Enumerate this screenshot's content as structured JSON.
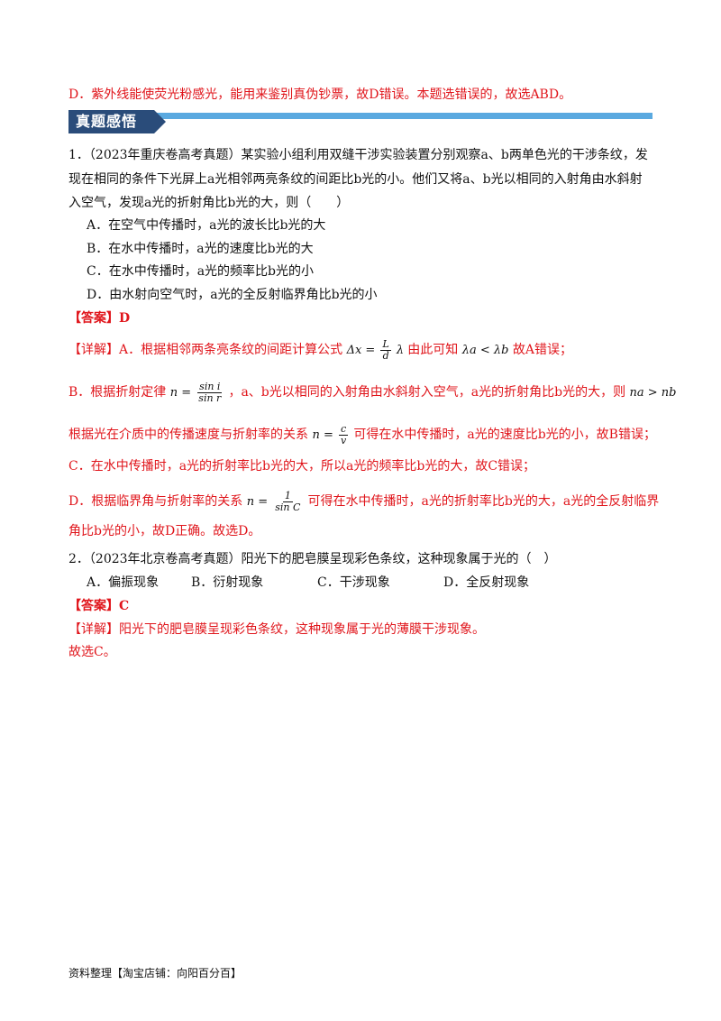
{
  "prev_answer_d": "D．紫外线能使荧光粉感光，能用来鉴别真伪钞票，故D错误。本题选错误的，故选ABD。",
  "section_title": "真题感悟",
  "q1": {
    "stem_l1": "1．（2023年重庆卷高考真题）某实验小组利用双缝干涉实验装置分别观察a、b两单色光的干涉条纹，发",
    "stem_l2": "现在相同的条件下光屏上a光相邻两亮条纹的间距比b光的小。他们又将a、b光以相同的入射角由水斜射",
    "stem_l3": "入空气，发现a光的折射角比b光的大，则（　　）",
    "option_a": "A．在空气中传播时，a光的波长比b光的大",
    "option_b": "B．在水中传播时，a光的速度比b光的大",
    "option_c": "C．在水中传播时，a光的频率比b光的小",
    "option_d": "D．由水射向空气时，a光的全反射临界角比b光的小",
    "answer": "【答案】D",
    "detail_a_pre": "【详解】A．根据相邻两条亮条纹的间距计算公式",
    "detail_a_formula_lhs": "Δx =",
    "detail_a_formula_num": "L",
    "detail_a_formula_den": "d",
    "detail_a_formula_rhs": "λ",
    "detail_a_mid": "由此可知",
    "detail_a_rel": "λa < λb",
    "detail_a_post": "故A错误；",
    "detail_b_pre": "B．根据折射定律",
    "detail_b_formula_lhs": "n =",
    "detail_b_formula_num": "sin i",
    "detail_b_formula_den": "sin r",
    "detail_b_post": "，a、b光以相同的入射角由水斜射入空气，a光的折射角比b光的大，则",
    "detail_b_rel": "na > nb",
    "detail_b2_pre": "根据光在介质中的传播速度与折射率的关系",
    "detail_b2_formula_lhs": "n =",
    "detail_b2_formula_num": "c",
    "detail_b2_formula_den": "v",
    "detail_b2_post": "可得在水中传播时，a光的速度比b光的小，故B错误；",
    "detail_c": "C．在水中传播时，a光的折射率比b光的大，所以a光的频率比b光的大，故C错误；",
    "detail_d_pre": "D．根据临界角与折射率的关系",
    "detail_d_formula_lhs": "n =",
    "detail_d_formula_num": "1",
    "detail_d_formula_den": "sin C",
    "detail_d_post": "可得在水中传播时，a光的折射率比b光的大，a光的全反射临界",
    "detail_d_l2": "角比b光的小，故D正确。故选D。"
  },
  "q2": {
    "stem": "2．（2023年北京卷高考真题）阳光下的肥皂膜呈现彩色条纹，这种现象属于光的（　）",
    "option_a": "A．偏振现象",
    "option_b": "B．衍射现象",
    "option_c": "C．干涉现象",
    "option_d": "D．全反射现象",
    "answer": "【答案】C",
    "detail": "【详解】阳光下的肥皂膜呈现彩色条纹，这种现象属于光的薄膜干涉现象。",
    "conclusion": "故选C。"
  },
  "footer": "资料整理【淘宝店铺：向阳百分百】",
  "colors": {
    "answer_red": "#e0151b",
    "banner_blue": "#5aa9e0",
    "banner_navy": "#2a4c7a"
  }
}
